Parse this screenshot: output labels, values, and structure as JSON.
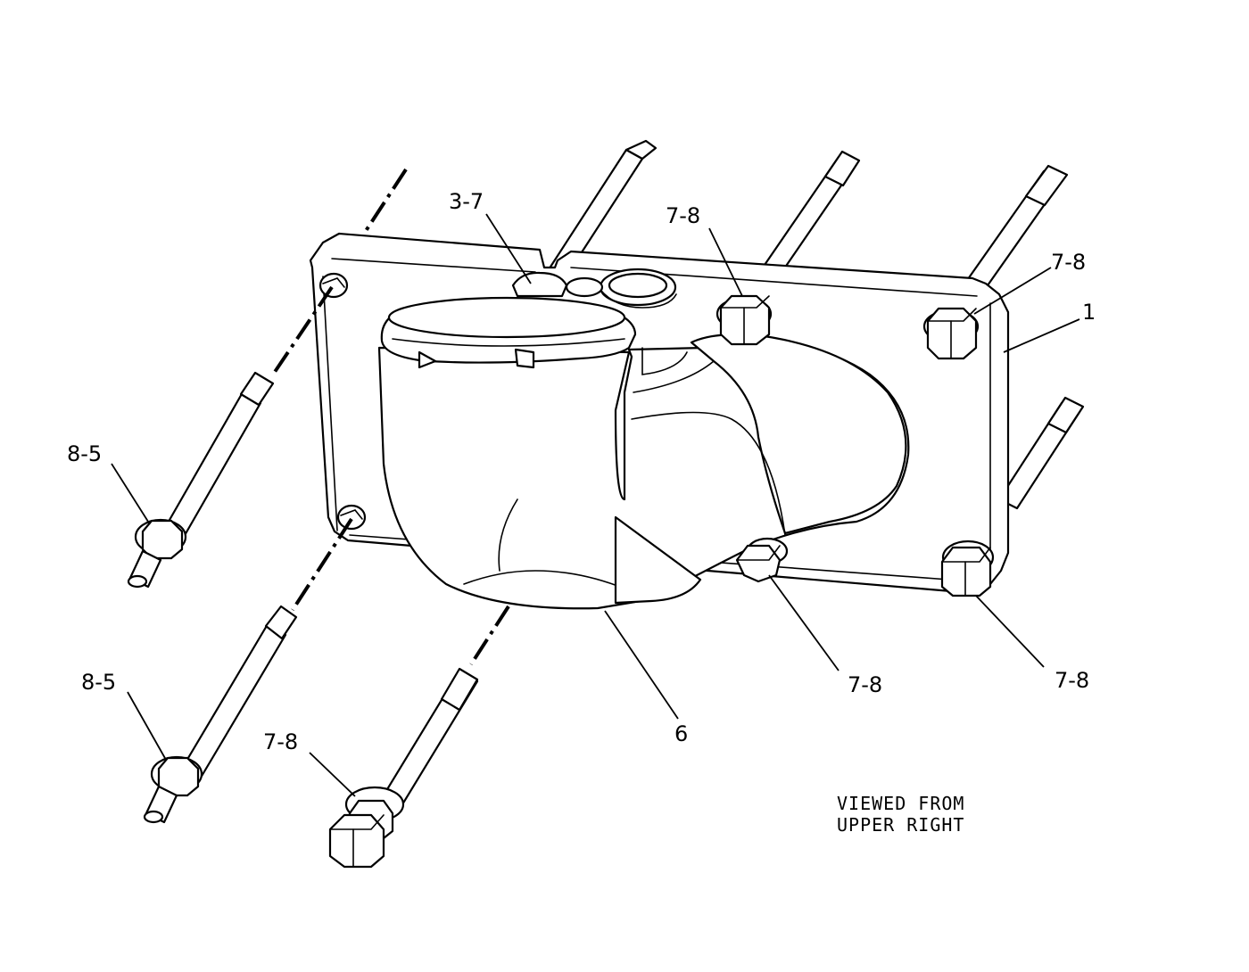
{
  "callouts": {
    "c_3_7": "3-7",
    "c_7_8_top": "7-8",
    "c_7_8_right": "7-8",
    "c_1": "1",
    "c_8_5_upper": "8-5",
    "c_8_5_lower": "8-5",
    "c_7_8_bottom_left": "7-8",
    "c_6": "6",
    "c_7_8_bottom_mid": "7-8",
    "c_7_8_bottom_right": "7-8"
  },
  "view_note": {
    "line1": "VIEWED FROM",
    "line2": "UPPER RIGHT"
  }
}
